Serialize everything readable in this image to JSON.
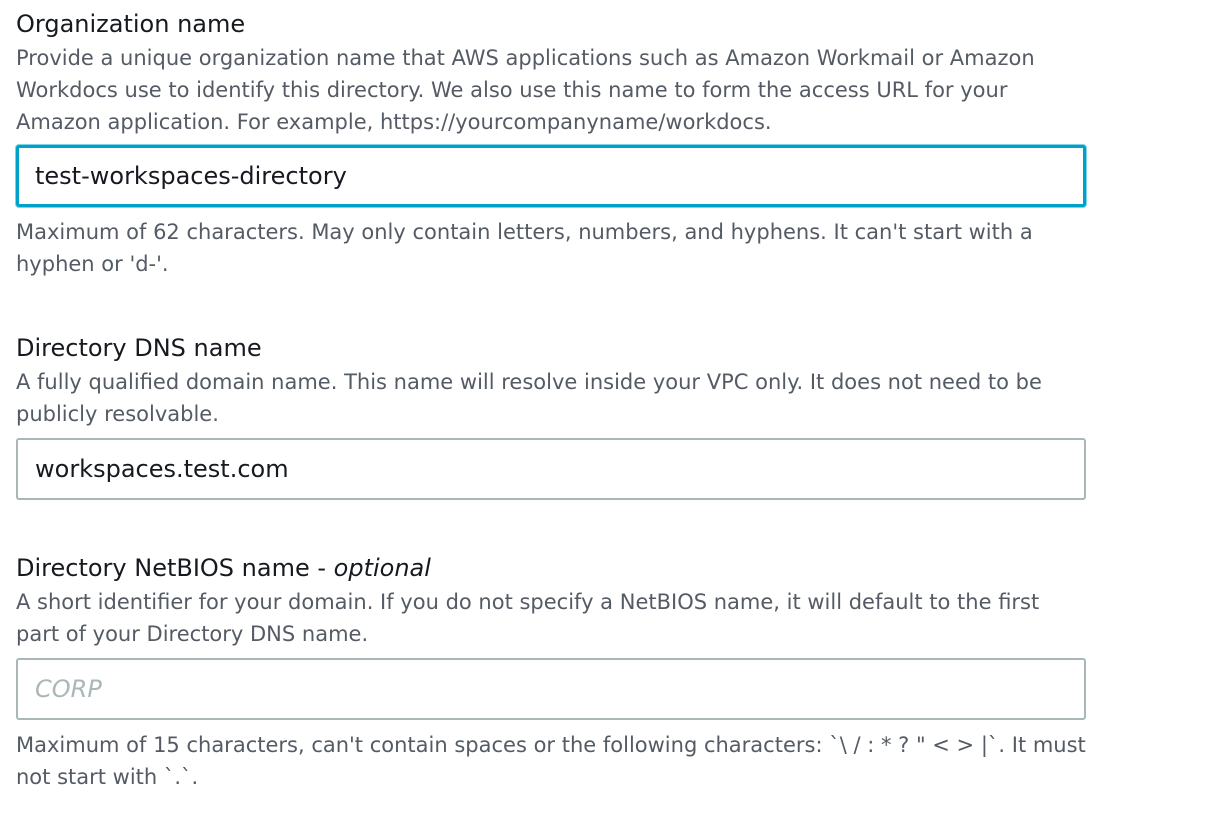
{
  "fields": [
    {
      "label": "Organization name",
      "label_suffix": "",
      "description": "Provide a unique organization name that AWS applications such as Amazon Workmail or Amazon Workdocs use to identify this directory. We also use this name to form the access URL for your Amazon application. For example, https://yourcompanyname/workdocs.",
      "value": "test-workspaces-directory",
      "placeholder": "",
      "constraint": "Maximum of 62 characters. May only contain letters, numbers, and hyphens. It can't start with a hyphen or 'd-'."
    },
    {
      "label": "Directory DNS name",
      "label_suffix": "",
      "description": "A fully qualified domain name. This name will resolve inside your VPC only. It does not need to be publicly resolvable.",
      "value": "workspaces.test.com",
      "placeholder": "",
      "constraint": ""
    },
    {
      "label": "Directory NetBIOS name - ",
      "label_suffix": "optional",
      "description": "A short identifier for your domain. If you do not specify a NetBIOS name, it will default to the first part of your Directory DNS name.",
      "value": "",
      "placeholder": "CORP",
      "constraint": "Maximum of 15 characters, can't contain spaces or the following characters: `\\ / : * ? \" < > |`. It must not start with `.`."
    }
  ],
  "colors": {
    "focus_border": "#00a1c9",
    "input_border": "#aab7b8",
    "description_text": "#545b64",
    "label_text": "#16191f"
  }
}
